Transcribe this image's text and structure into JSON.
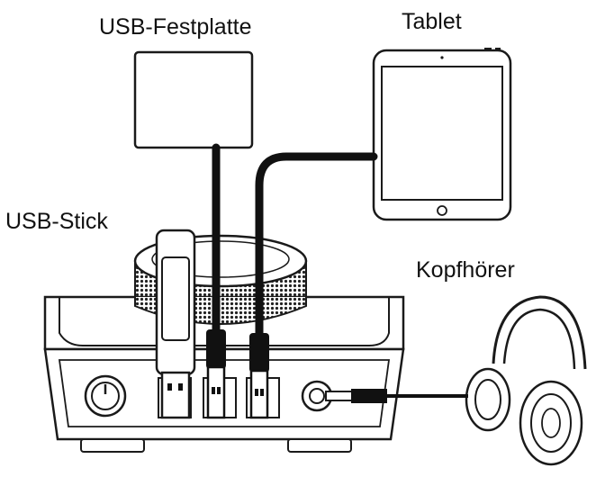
{
  "labels": {
    "usb_hard_drive": "USB-Festplatte",
    "tablet": "Tablet",
    "usb_stick": "USB-Stick",
    "headphones": "Kopfhörer"
  },
  "colors": {
    "outline": "#1a1a1a",
    "cable": "#111111",
    "background": "#ffffff",
    "knob_texture": "#2a2a2a"
  }
}
